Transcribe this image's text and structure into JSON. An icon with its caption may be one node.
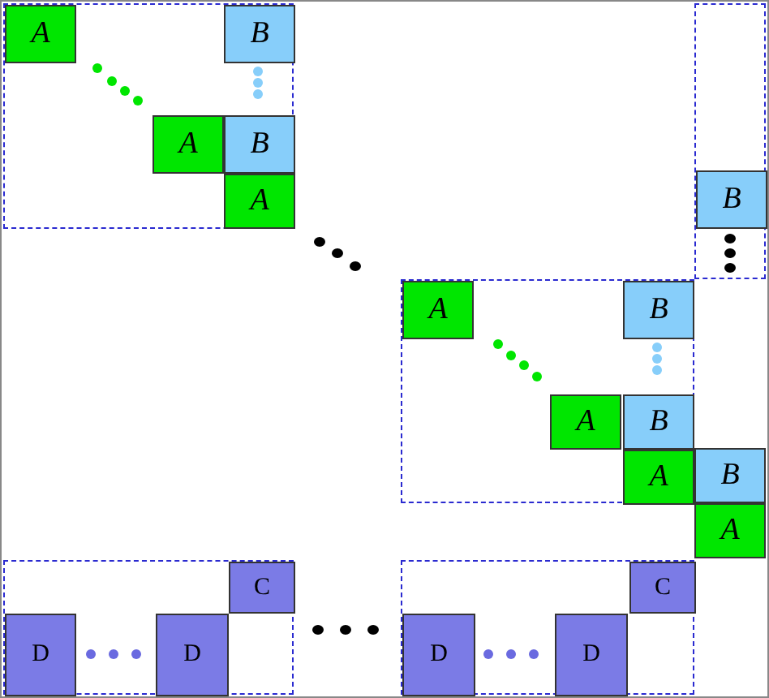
{
  "diagram": {
    "nodes": [
      {
        "text": [],
        "shape": "box"
      },
      {
        "text": [
          "A"
        ],
        "in": 0
      },
      {
        "text": [
          "B"
        ],
        "in": 0
      },
      {
        "text": [
          "A"
        ],
        "in": 0
      },
      {
        "text": [
          "B"
        ],
        "in": 0
      },
      {
        "text": [
          "A"
        ],
        "in": 0
      },
      {
        "text": [],
        "shape": "box"
      },
      {
        "text": [
          "B"
        ],
        "in": 6
      },
      {
        "text": [],
        "shape": "box"
      },
      {
        "text": [
          "A"
        ],
        "in": 8
      },
      {
        "text": [
          "B"
        ],
        "in": 8
      },
      {
        "text": [
          "A"
        ],
        "in": 8
      },
      {
        "text": [
          "B"
        ],
        "in": 8
      },
      {
        "text": [
          "A"
        ],
        "in": 8
      },
      {
        "text": [
          "B"
        ]
      },
      {
        "text": [
          "A"
        ]
      },
      {
        "text": [],
        "shape": "box"
      },
      {
        "text": [
          "C"
        ],
        "in": 16
      },
      {
        "text": [
          "D"
        ],
        "in": 16
      },
      {
        "text": [
          "D"
        ],
        "in": 16
      },
      {
        "text": [],
        "shape": "box"
      },
      {
        "text": [
          "C"
        ],
        "in": 20
      },
      {
        "text": [
          "D"
        ],
        "in": 20
      },
      {
        "text": [
          "D"
        ],
        "in": 20
      }
    ]
  }
}
